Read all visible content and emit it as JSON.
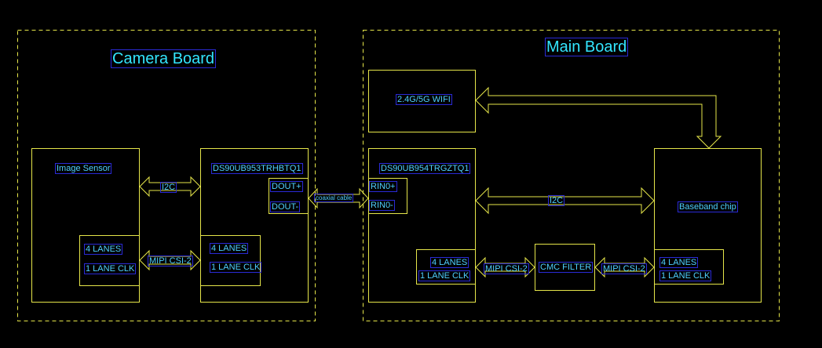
{
  "boards": {
    "camera": "Camera Board",
    "main": "Main Board"
  },
  "blocks": {
    "image_sensor": "Image Sensor",
    "serializer": "DS90UB953TRHBTQ1",
    "deserializer": "DS90UB954TRGZTQ1",
    "wifi": "2.4G/5G WIFI",
    "baseband": "Baseband chip",
    "cmc_filter": "CMC FILTER"
  },
  "pins": {
    "dout_plus": "DOUT+",
    "dout_minus": "DOUT-",
    "rin0_plus": "RIN0+",
    "rin0_minus": "RIN0-",
    "lanes_4": "4 LANES",
    "lane_clk": "1 LANE CLK"
  },
  "links": {
    "i2c": "I2C",
    "mipi": "MIPI CSI-2",
    "coax": "coaxial cable"
  },
  "colors": {
    "box": "#e6e64a",
    "text": "#4fd0ff",
    "title": "#33e6ff",
    "background": "#000000"
  }
}
